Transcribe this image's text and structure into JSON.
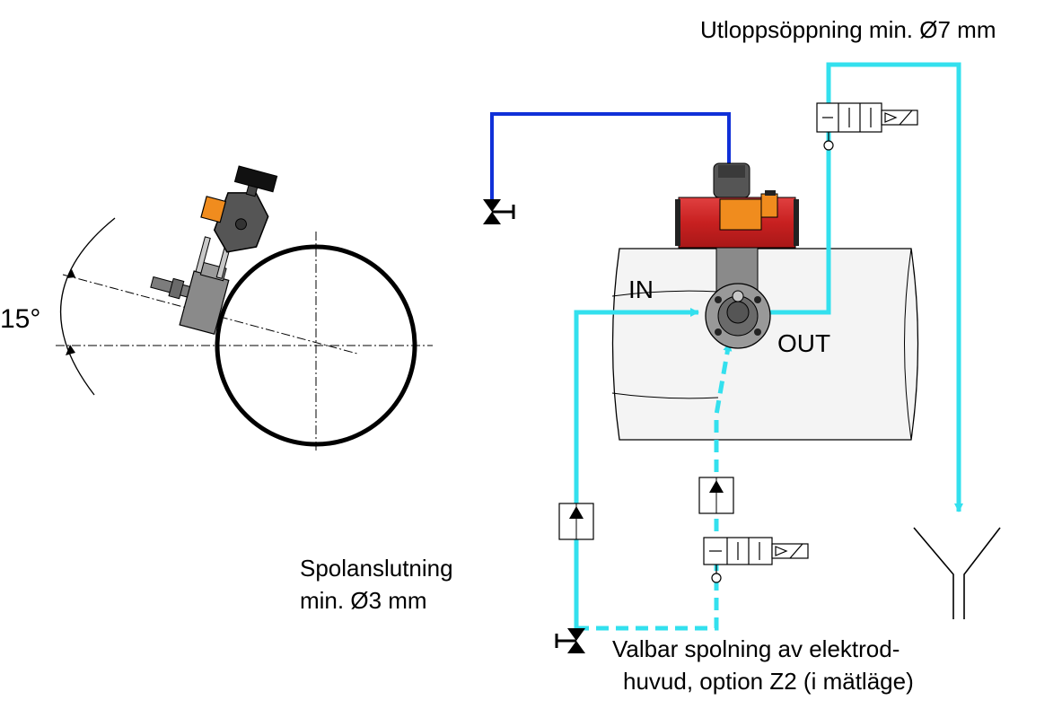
{
  "labels": {
    "angle": "15°",
    "inlet": "IN",
    "outlet": "OUT",
    "outlet_opening": "Utloppsöppning min. Ø7 mm",
    "flush_connection_line1": "Spolanslutning",
    "flush_connection_line2": "min. Ø3 mm",
    "optional_flushing_line1": "Valbar spolning av elektrod-",
    "optional_flushing_line2": "huvud, option Z2 (i mätläge)"
  },
  "colors": {
    "cyan_line": "#33e0ee",
    "blue_line": "#1030d8",
    "actuator_red": "#d42a2a",
    "actuator_orange": "#f08c1e",
    "pipe_fill": "#f4f4f4",
    "sensor_gray": "#7a7a7a"
  }
}
